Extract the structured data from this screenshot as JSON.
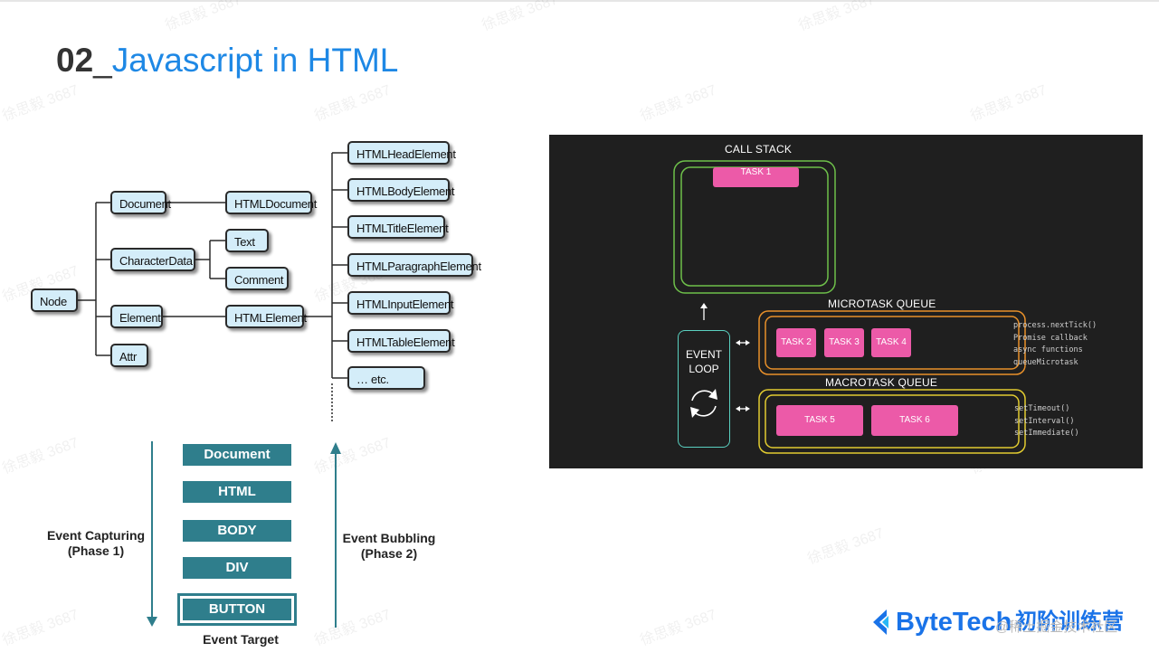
{
  "title": {
    "number": "02",
    "separator": "_",
    "text": "Javascript in HTML"
  },
  "dom_tree": {
    "root": "Node",
    "level1": [
      "Document",
      "CharacterData",
      "Element",
      "Attr"
    ],
    "document_child": "HTMLDocument",
    "characterdata_children": [
      "Text",
      "Comment"
    ],
    "element_child": "HTMLElement",
    "html_elements": [
      "HTMLHeadElement",
      "HTMLBodyElement",
      "HTMLTitleElement",
      "HTMLParagraphElement",
      "HTMLInputElement",
      "HTMLTableElement",
      "… etc."
    ]
  },
  "event_flow": {
    "boxes": [
      "Document",
      "HTML",
      "BODY",
      "DIV"
    ],
    "target": "BUTTON",
    "capturing": [
      "Event Capturing",
      "(Phase 1)"
    ],
    "bubbling": [
      "Event Bubbling",
      "(Phase 2)"
    ],
    "target_label": "Event Target"
  },
  "event_loop": {
    "call_stack_label": "CALL STACK",
    "call_stack_task": "TASK 1",
    "microtask_label": "MICROTASK QUEUE",
    "microtasks": [
      "TASK 2",
      "TASK 3",
      "TASK 4"
    ],
    "macrotask_label": "MACROTASK QUEUE",
    "macrotasks": [
      "TASK 5",
      "TASK 6"
    ],
    "event_loop_label": [
      "EVENT",
      "LOOP"
    ],
    "microtask_sources": [
      "process.nextTick()",
      "Promise callback",
      "async functions",
      "queueMicrotask"
    ],
    "macrotask_sources": [
      "setTimeout()",
      "setInterval()",
      "setImmediate()"
    ]
  },
  "footer": {
    "brand": "ByteTech",
    "brand_cn": "初阶训练营",
    "credit": "@稀土掘金技术社区"
  },
  "watermark": "徐思毅 3687",
  "colors": {
    "accent_blue": "#1e88e5",
    "event_teal": "#2f7e8c",
    "task_pink": "#ec5aa8",
    "panel_bg": "#1f1f1f",
    "tree_node_bg": "#d4edf9"
  }
}
